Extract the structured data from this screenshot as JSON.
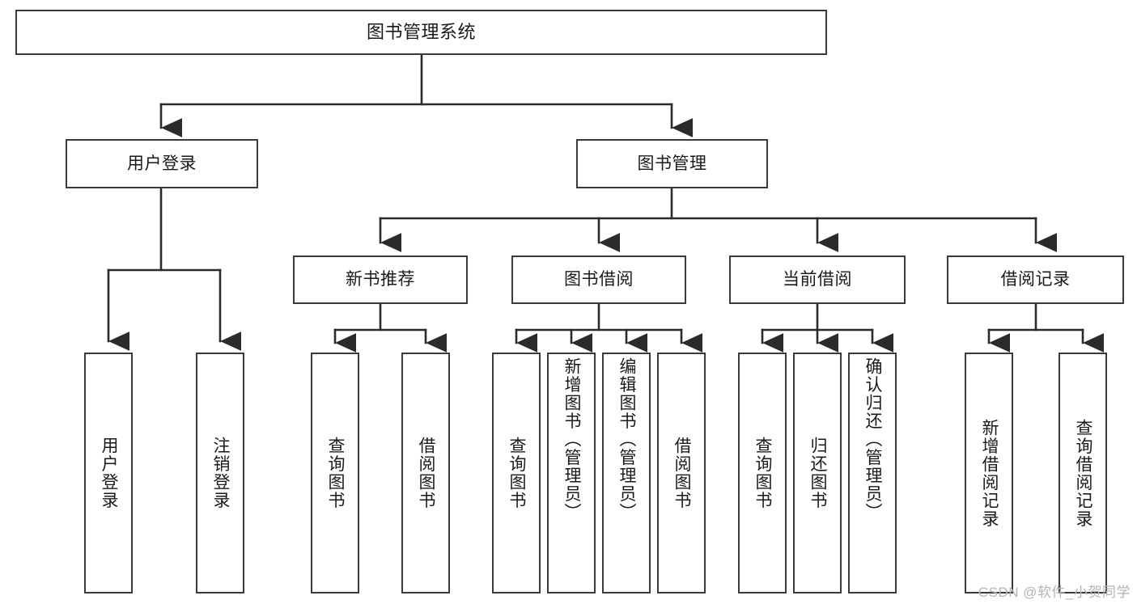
{
  "diagram": {
    "type": "tree",
    "title": "图书管理系统",
    "watermark": "CSDN @软件_小贺同学",
    "colors": {
      "background": "#ffffff",
      "node_border": "#3a3a3a",
      "node_fill": "#ffffff",
      "edge": "#2b2b2b",
      "text": "#1a1a1a",
      "watermark": "#b5b5b5"
    },
    "nodes": {
      "root": {
        "label": "图书管理系统",
        "orientation": "horizontal"
      },
      "level2": [
        {
          "label": "用户登录",
          "orientation": "horizontal"
        },
        {
          "label": "图书管理",
          "orientation": "horizontal"
        }
      ],
      "level3": [
        {
          "label": "新书推荐",
          "orientation": "horizontal"
        },
        {
          "label": "图书借阅",
          "orientation": "horizontal"
        },
        {
          "label": "当前借阅",
          "orientation": "horizontal"
        },
        {
          "label": "借阅记录",
          "orientation": "horizontal"
        }
      ],
      "leaves": {
        "user_login": [
          {
            "label": "用户登录",
            "orientation": "vertical"
          },
          {
            "label": "注销登录",
            "orientation": "vertical"
          }
        ],
        "new_book_recommend": [
          {
            "label": "查询图书",
            "orientation": "vertical"
          },
          {
            "label": "借阅图书",
            "orientation": "vertical"
          }
        ],
        "book_borrow": [
          {
            "label": "查询图书",
            "orientation": "vertical"
          },
          {
            "label": "新增图书（管理员）",
            "orientation": "vertical"
          },
          {
            "label": "编辑图书（管理员）",
            "orientation": "vertical"
          },
          {
            "label": "借阅图书",
            "orientation": "vertical"
          }
        ],
        "current_borrow": [
          {
            "label": "查询图书",
            "orientation": "vertical"
          },
          {
            "label": "归还图书",
            "orientation": "vertical"
          },
          {
            "label": "确认归还（管理员）",
            "orientation": "vertical"
          }
        ],
        "borrow_record": [
          {
            "label": "新增借阅记录",
            "orientation": "vertical"
          },
          {
            "label": "查询借阅记录",
            "orientation": "vertical"
          }
        ]
      }
    }
  }
}
